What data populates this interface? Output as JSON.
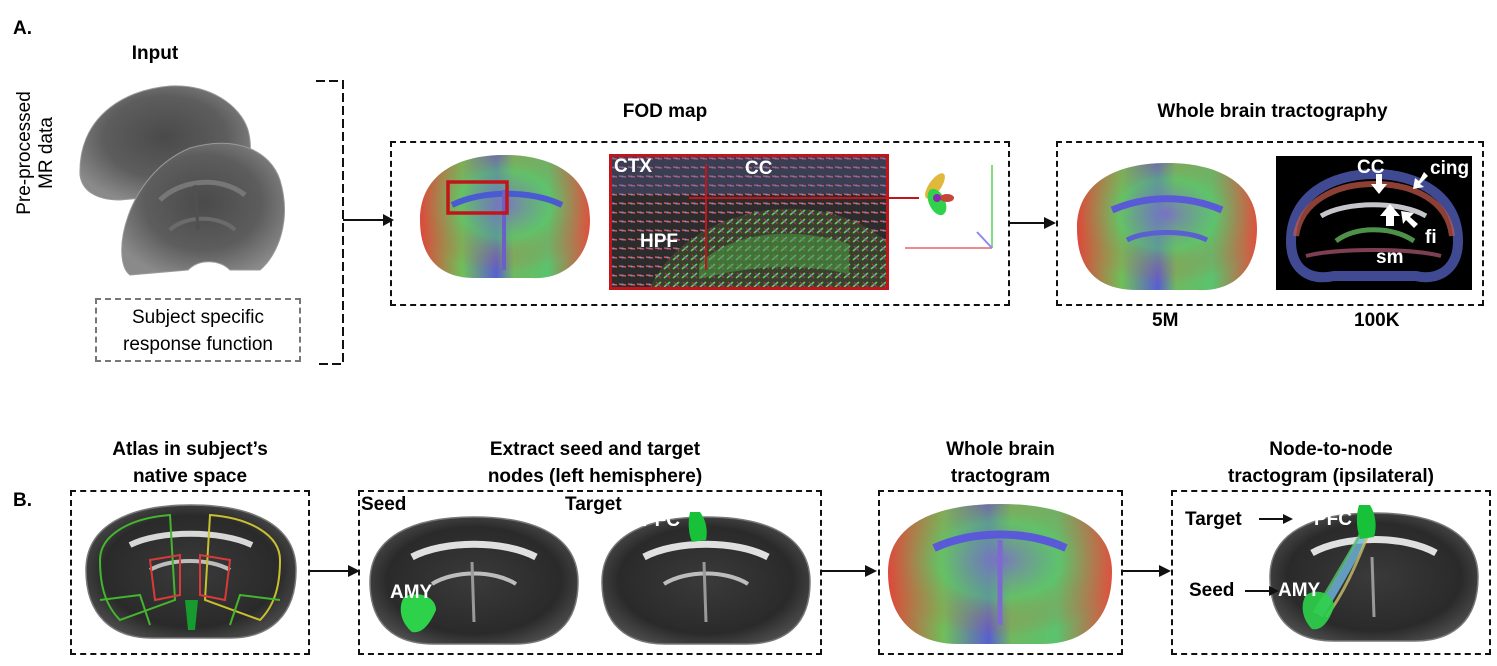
{
  "panelA": {
    "label": "A.",
    "input_title": "Input",
    "side_label_line1": "Pre-processed",
    "side_label_line2": "MR data",
    "response_line1": "Subject specific",
    "response_line2": "response function",
    "fod_title": "FOD map",
    "fod_labels": {
      "ctx": "CTX",
      "cc": "CC",
      "hpf": "HPF"
    },
    "tracto_title": "Whole brain tractography",
    "tracto_labels": {
      "cc": "CC",
      "cing": "cing",
      "fi": "fi",
      "sm": "sm"
    },
    "count_5m": "5M",
    "count_100k": "100K"
  },
  "panelB": {
    "label": "B.",
    "atlas_title_line1": "Atlas in subject’s",
    "atlas_title_line2": "native space",
    "extract_title_line1": "Extract seed and target",
    "extract_title_line2": "nodes (left hemisphere)",
    "seed": "Seed",
    "target": "Target",
    "amy": "AMY",
    "pfc": "PFC",
    "wbt_title_line1": "Whole brain",
    "wbt_title_line2": "tractogram",
    "n2n_title_line1": "Node-to-node",
    "n2n_title_line2": "tractogram (ipsilateral)",
    "n2n_target": "Target",
    "n2n_seed": "Seed",
    "n2n_pfc": "PFC",
    "n2n_amy": "AMY"
  },
  "colors": {
    "red_box": "#c0161b",
    "fod_green": "#2fd24a",
    "node_green": "#17c23a"
  }
}
